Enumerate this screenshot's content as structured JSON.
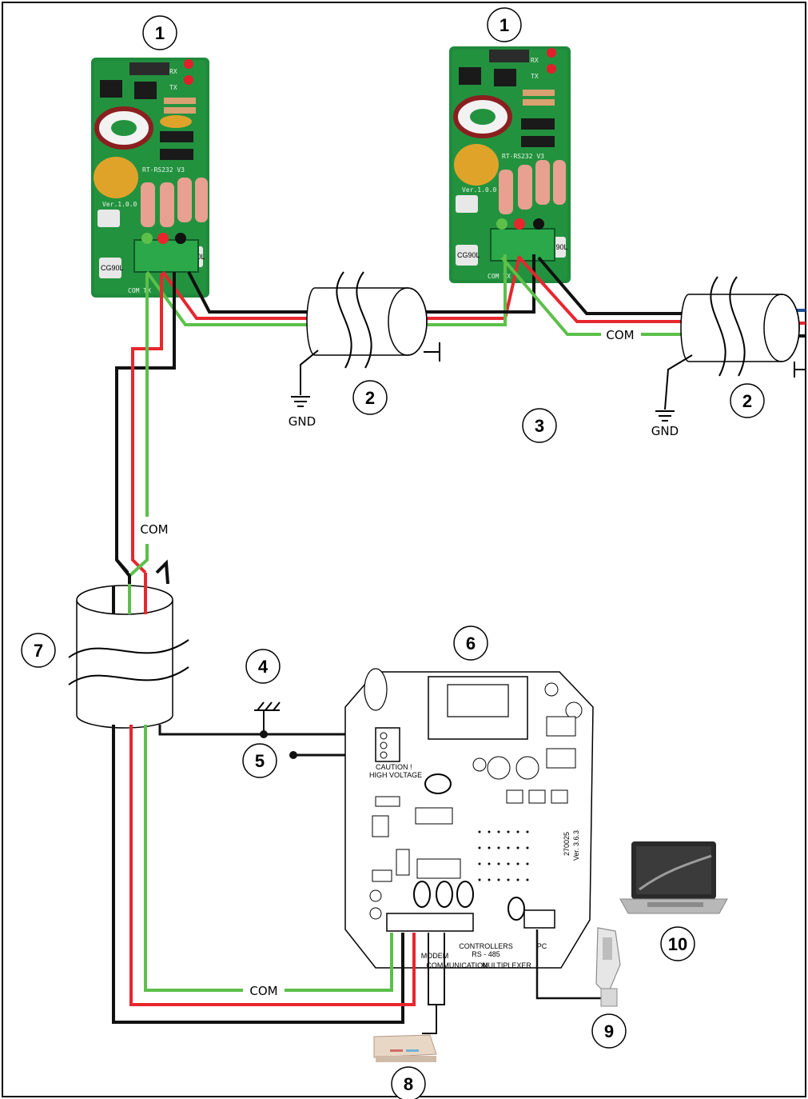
{
  "callouts": {
    "n1a": "1",
    "n1b": "1",
    "n2a": "2",
    "n2b": "2",
    "n3": "3",
    "n4": "4",
    "n5": "5",
    "n6": "6",
    "n7": "7",
    "n8": "8",
    "n9": "9",
    "n10": "10"
  },
  "labels": {
    "com_top": "COM",
    "com_left": "COM",
    "com_bottom": "COM",
    "gnd_left": "GND",
    "gnd_right": "GND"
  },
  "converter_board": {
    "rx": "RX",
    "tx": "TX",
    "model": "RT-RS232 V3",
    "version": "Ver.1.0.0",
    "cap1": "CG90L",
    "cap2": "CG90L",
    "terminals": "COM TX"
  },
  "controller_board": {
    "caution": "CAUTION !",
    "high_voltage": "HIGH VOLTAGE",
    "part_no": "270025",
    "version": "Ver. 3.6.3",
    "modem": "MODEM",
    "pc": "PC",
    "communication": "COMMUNICATION",
    "multiplexer": "MULTIPLEXER",
    "rs485": "RS - 485",
    "controllers": "CONTROLLERS"
  },
  "colors": {
    "wire_green": "#5cc04a",
    "wire_red": "#e8262e",
    "wire_black": "#111111",
    "wire_blue": "#1e4f9c",
    "pcb_green": "#1f8a3c",
    "terminal_green": "#2aa84a"
  },
  "icons": {
    "ground": "ground-symbol-icon",
    "earth": "earth-symbol-icon",
    "laptop": "laptop-icon",
    "modem": "modem-icon",
    "db9": "db9-connector-icon"
  }
}
